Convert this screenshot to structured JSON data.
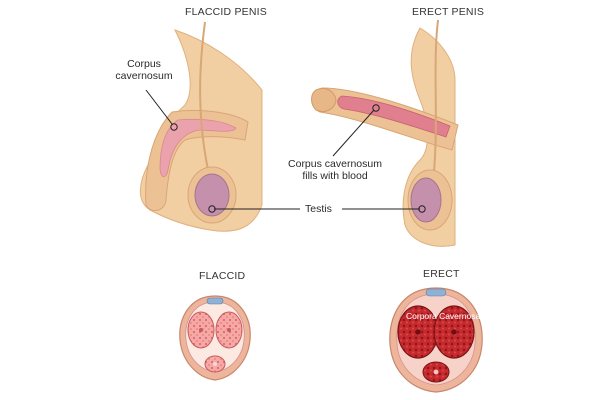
{
  "headings": {
    "flaccid_penis": "FLACCID PENIS",
    "erect_penis": "ERECT PENIS",
    "flaccid": "FLACCID",
    "erect": "ERECT"
  },
  "labels": {
    "corpus_cavernosum_line1": "Corpus",
    "corpus_cavernosum_line2": "cavernosum",
    "fills_line1": "Corpus cavernosum",
    "fills_line2": "fills with blood",
    "testis": "Testis",
    "corpora_cavernosa": "Corpora Cavernosa"
  },
  "colors": {
    "skin": "#f1cfa3",
    "skin_dark": "#e0b07e",
    "corpus_pink": "#eaa3ad",
    "testis": "#c490ab",
    "blood": "#c42a2e",
    "tissue_light": "#f4a9a6"
  }
}
